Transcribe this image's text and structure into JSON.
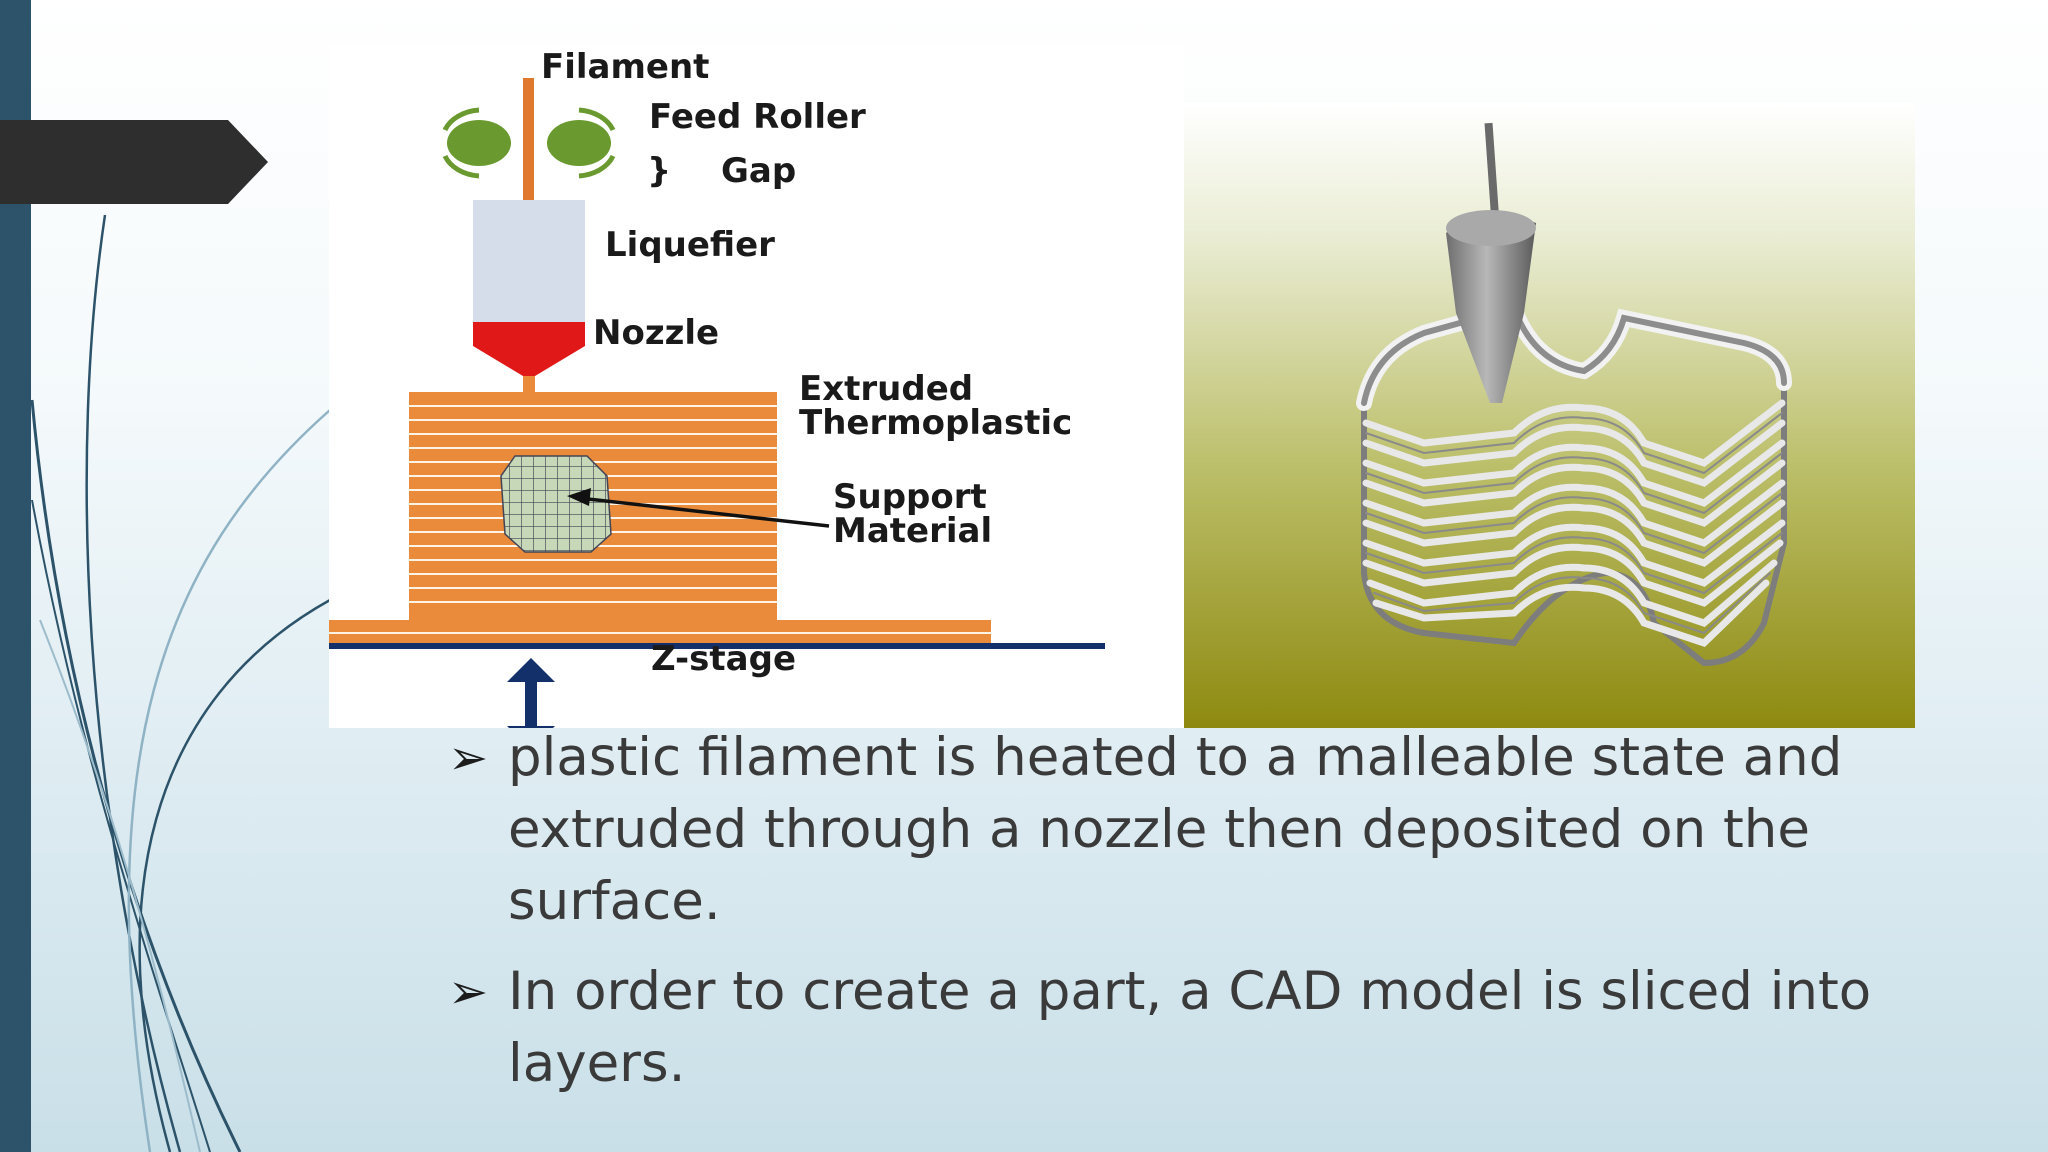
{
  "diagram": {
    "labels": {
      "filament": "Filament",
      "feed_roller": "Feed Roller",
      "gap_brace": "}",
      "gap": "Gap",
      "liquefier": "Liquefier",
      "nozzle": "Nozzle",
      "extruded_1": "Extruded",
      "extruded_2": "Thermoplastic",
      "support_1": "Support",
      "support_2": "Material",
      "z_stage": "Z-stage"
    }
  },
  "bullets": [
    {
      "mark": "➢",
      "text": "plastic filament is heated to a malleable state and extruded through a nozzle then deposited on the surface."
    },
    {
      "mark": "➢",
      "text": "In order to create a part, a CAD model is sliced into layers."
    }
  ],
  "colors": {
    "left_bar": "#2c5369",
    "arrow_tab": "#2e2e2e",
    "filament": "#e0792e",
    "roller": "#6a9a2f",
    "liquefier": "#d4dde9",
    "nozzle": "#e01818",
    "part": "#e98b3a",
    "support": "#c6d8b8",
    "z_arrow": "#13306b"
  }
}
